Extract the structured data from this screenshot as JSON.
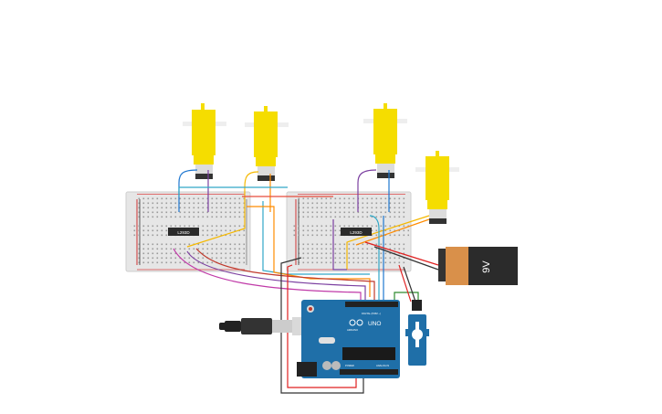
{
  "canvas": {
    "background": "#ffffff"
  },
  "colors": {
    "motor_yellow": "#f5dd00",
    "breadboard": "#e8e8e8",
    "arduino_blue": "#1f6fa8",
    "battery_orange": "#d9904a",
    "battery_dark": "#2b2b2b"
  },
  "components": {
    "driver_left_label": "L293D",
    "driver_right_label": "L293D",
    "arduino_brand": "UNO",
    "arduino_logo_text": "ARDUINO",
    "arduino_section_digital": "DIGITAL (PWM ~)",
    "arduino_section_power": "POWER",
    "arduino_section_analog": "ANALOG IN",
    "battery_label": "9V"
  },
  "icons": [
    "dc-motor-icon",
    "breadboard-icon",
    "ic-chip-icon",
    "arduino-board-icon",
    "usb-cable-icon",
    "battery-icon",
    "servo-icon"
  ]
}
